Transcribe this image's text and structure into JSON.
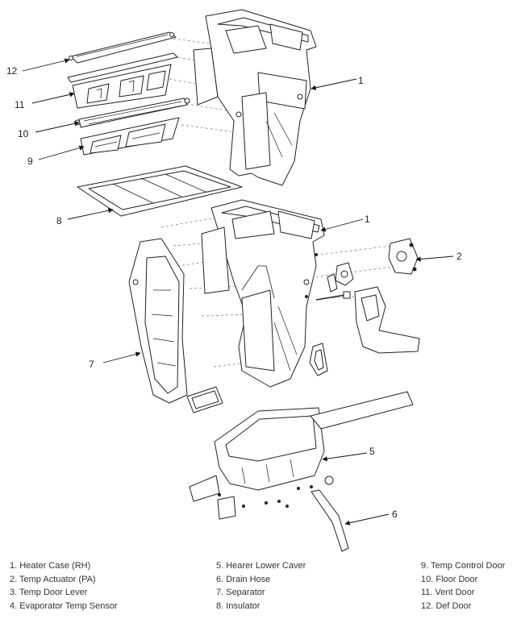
{
  "callouts": {
    "c1a": "1",
    "c1b": "1",
    "c2": "2",
    "c5": "5",
    "c6": "6",
    "c7": "7",
    "c8": "8",
    "c9": "9",
    "c10": "10",
    "c11": "11",
    "c12": "12"
  },
  "legend": {
    "col1": [
      "1. Heater Case (RH)",
      "2. Temp Actuator (PA)",
      "3. Temp Door Lever",
      "4. Evaporator Temp Sensor"
    ],
    "col2": [
      "5. Hearer Lower Caver",
      "6. Drain Hose",
      "7. Separator",
      "8. Insulator"
    ],
    "col3": [
      "9. Temp Control Door",
      "10. Floor Door",
      "11. Vent Door",
      "12. Def Door"
    ]
  }
}
